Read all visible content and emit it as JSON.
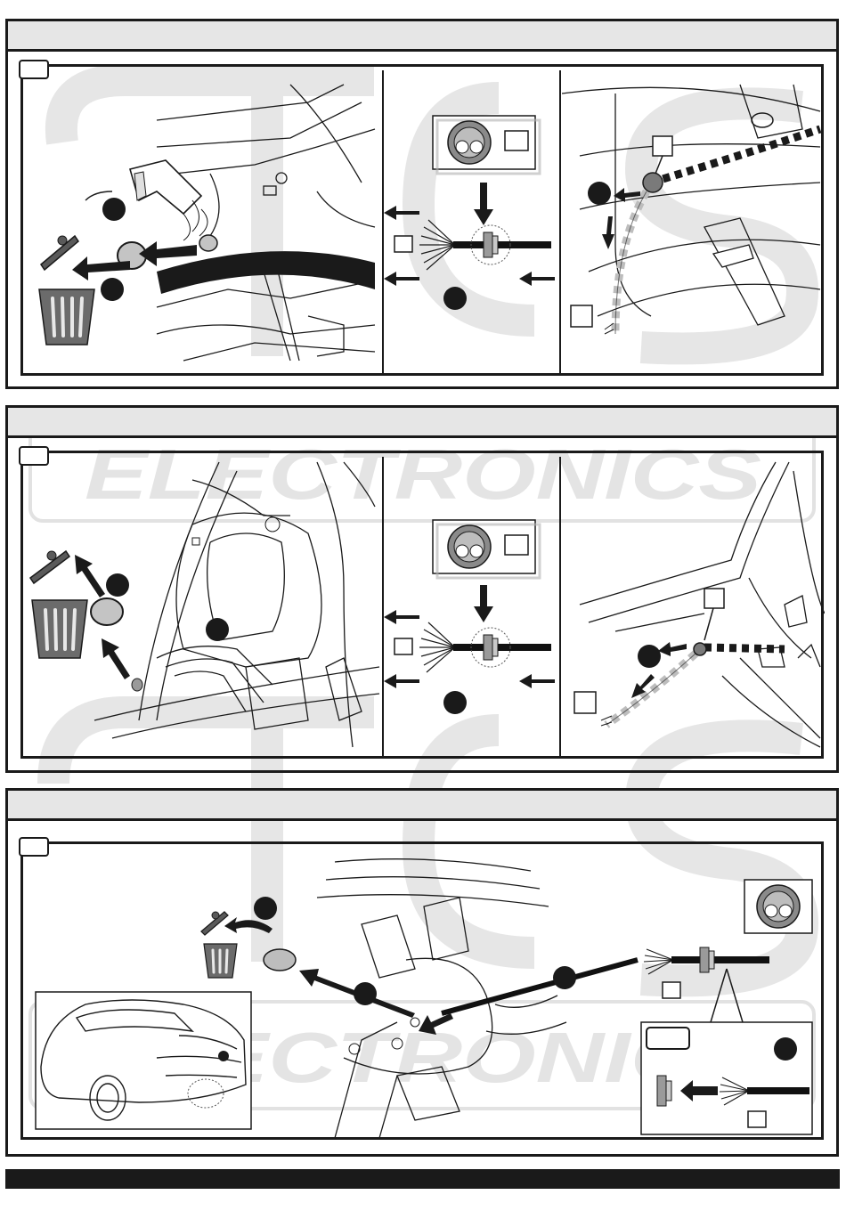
{
  "document": {
    "sections": [
      {
        "id": "section-1",
        "panels": [
          "hot-air-gun-step",
          "grommet-insert-step",
          "cable-route-step"
        ]
      },
      {
        "id": "section-2",
        "panels": [
          "grommet-remove-step",
          "grommet-insert-step",
          "cable-route-step"
        ]
      },
      {
        "id": "section-3",
        "panels": [
          "car-overview",
          "grommet-remove-step",
          "cable-insert-step"
        ]
      }
    ],
    "icons": [
      "trash-bin-icon",
      "hot-air-gun-icon",
      "grommet-icon",
      "wire-bundle-icon",
      "arrow-icon",
      "step-dot-icon"
    ],
    "watermark": {
      "color": "#d9d9d9"
    },
    "colors": {
      "ink": "#1a1a1a",
      "header": "#e6e6e6",
      "wire": "#111111",
      "cable_light": "#bdbdbd"
    }
  }
}
